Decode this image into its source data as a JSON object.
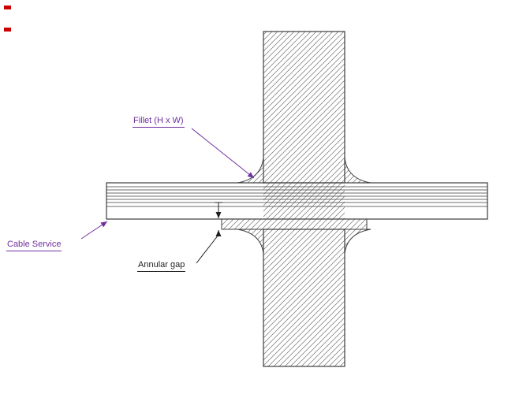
{
  "drawing": {
    "labels": {
      "fillet": "Fillet (H x W)",
      "cable_service": "Cable Service",
      "annular_gap": "Annular gap"
    },
    "colors": {
      "background": "#ffffff",
      "line": "#3c3c3c",
      "hatch": "#707070",
      "annotation_purple": "#7030a0",
      "annotation_dark": "#1f1f1f",
      "marker_red": "#cc0000"
    }
  }
}
